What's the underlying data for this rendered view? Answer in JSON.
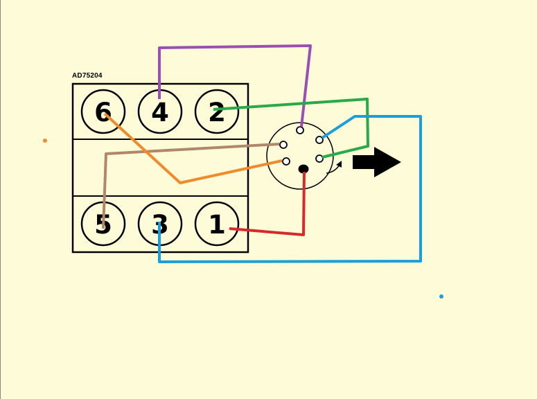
{
  "diagram": {
    "code": "AD75204",
    "cylinders": {
      "bank_top": [
        "6",
        "4",
        "2"
      ],
      "bank_bottom": [
        "5",
        "3",
        "1"
      ]
    },
    "colors": {
      "background": "#fdfbd8",
      "purple": "#9b4fb0",
      "green": "#2aa84a",
      "blue": "#1a9fd8",
      "brown": "#b0876a",
      "orange": "#f08a2a",
      "red": "#d82a2a",
      "outline": "#000000"
    },
    "icons": {
      "rotation_arrow": "curved-arrow-icon",
      "direction_arrow": "right-arrow-icon"
    }
  }
}
